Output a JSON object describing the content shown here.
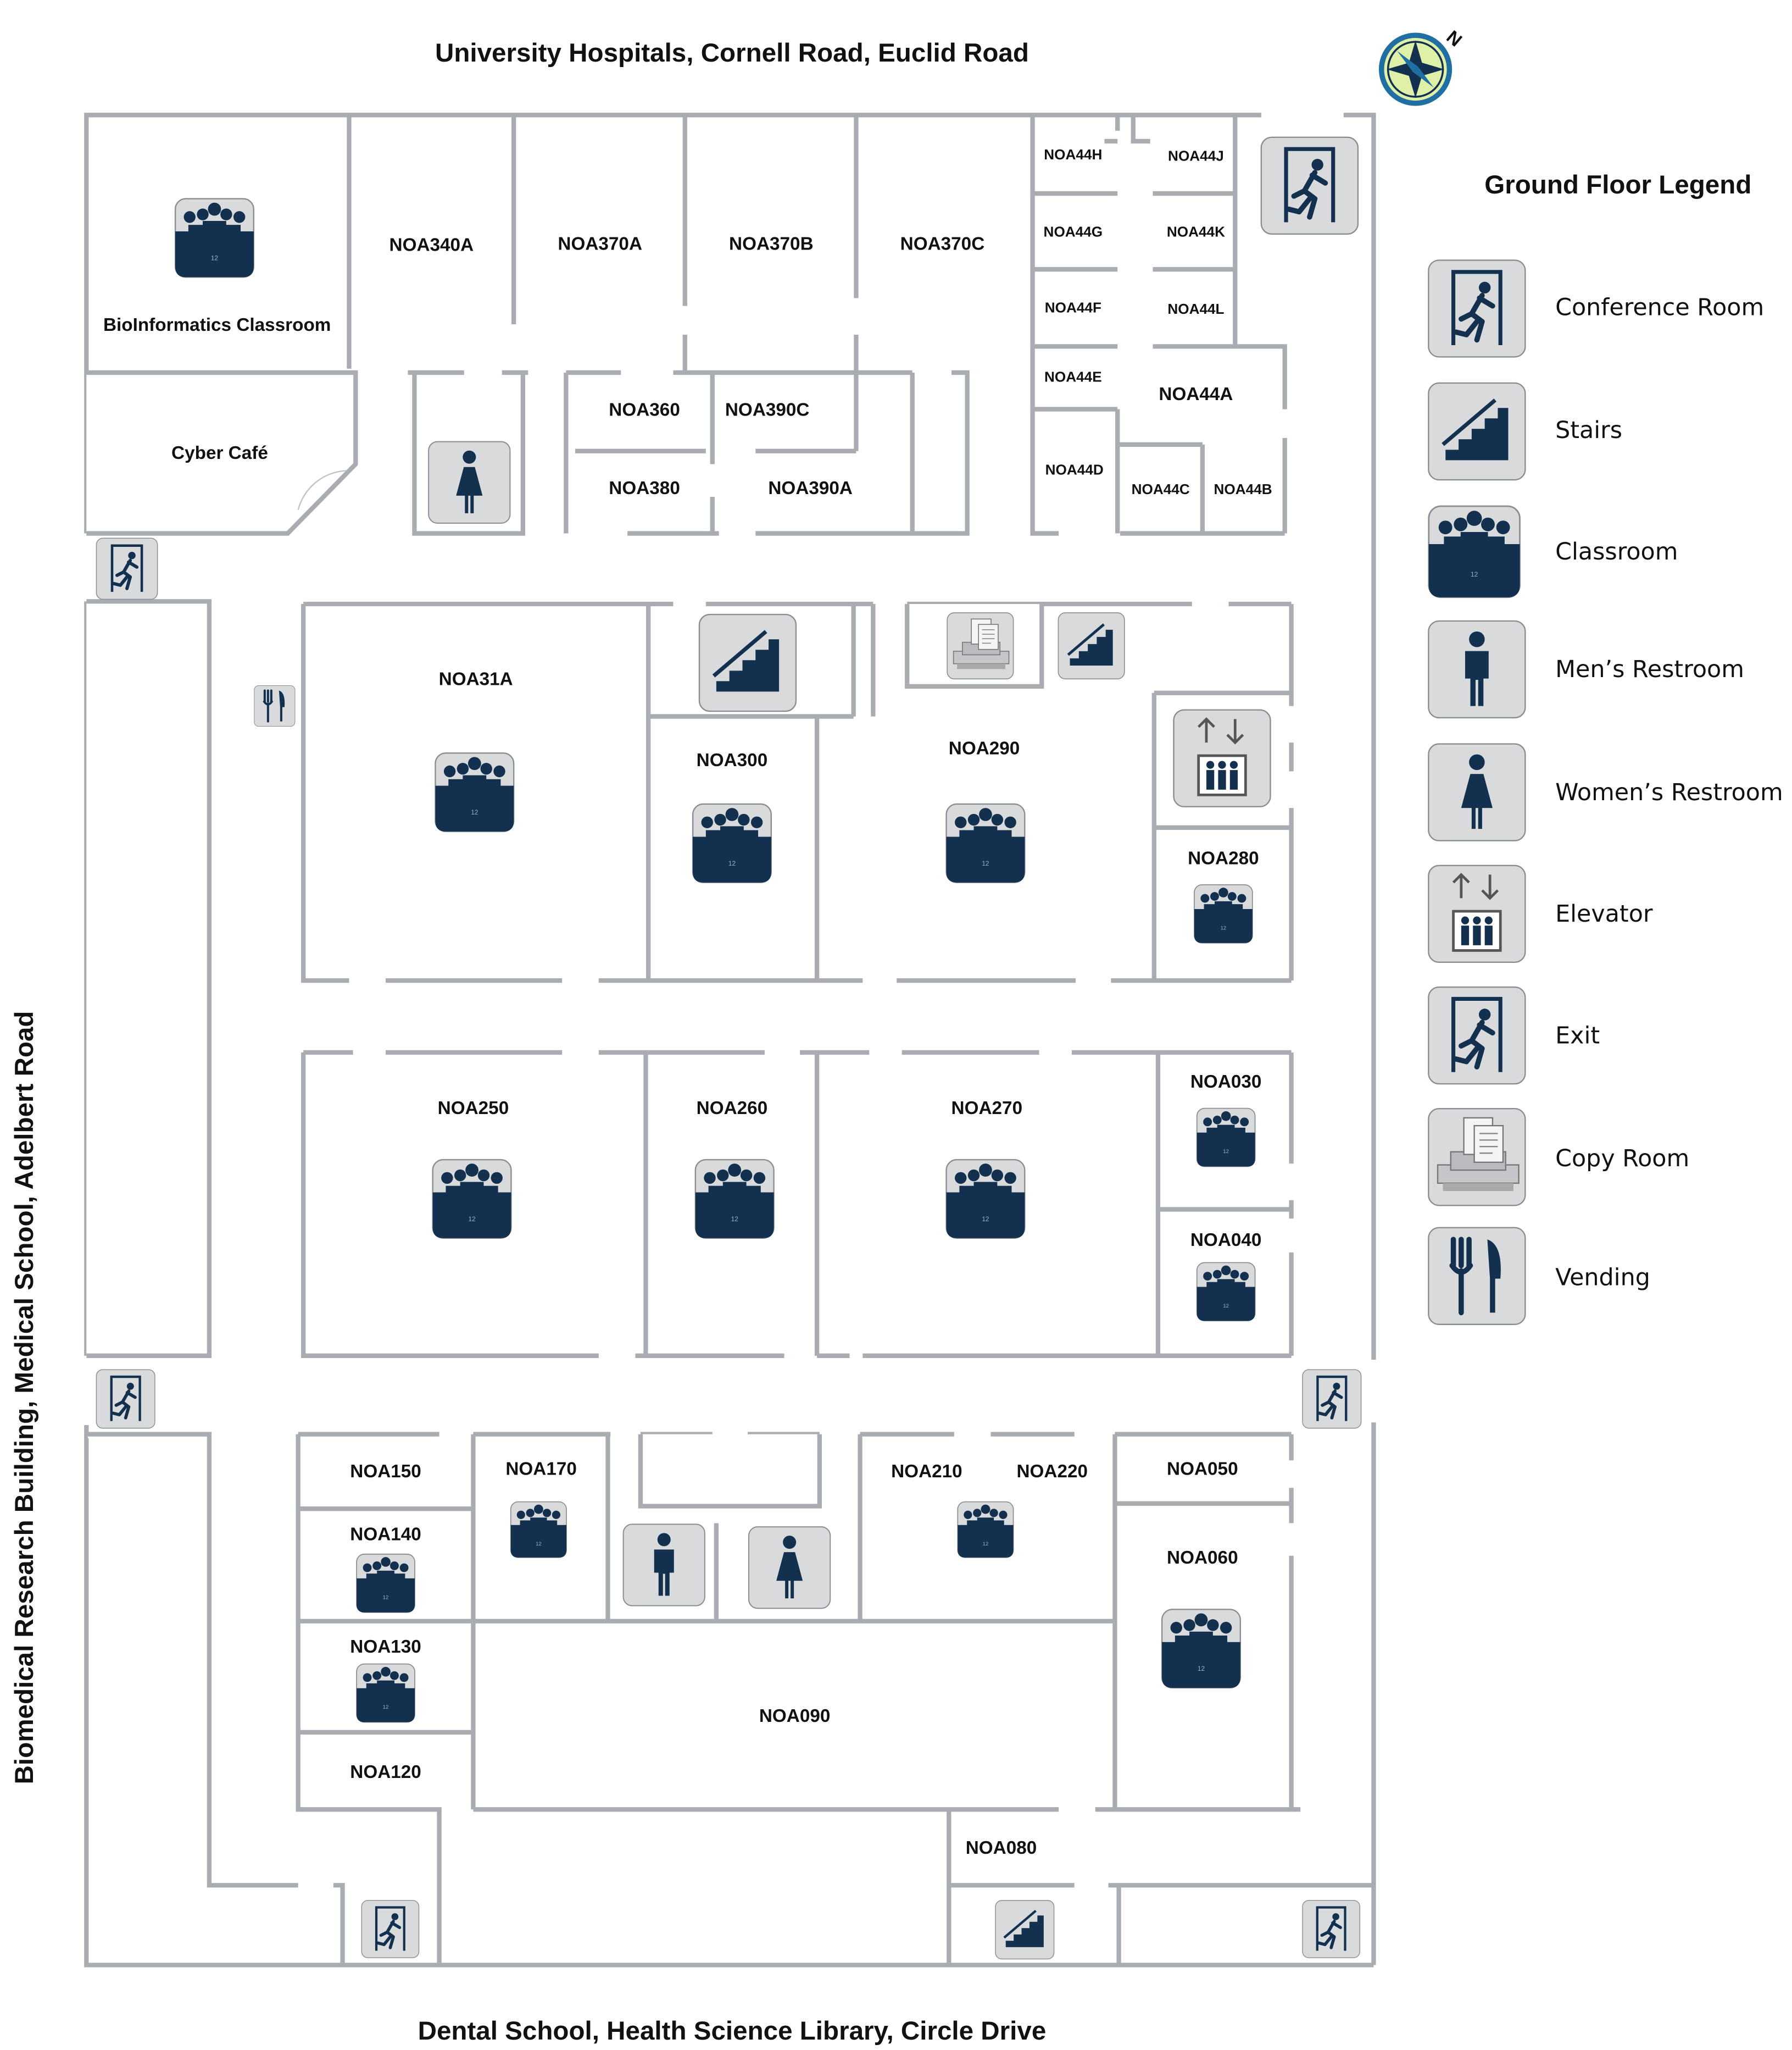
{
  "streets": {
    "north": "University Hospitals, Cornell Road, Euclid Road",
    "south": "Dental School, Health Science Library, Circle Drive",
    "west": "Biomedical Research Building, Medical School, Adelbert Road"
  },
  "compass": {
    "letter": "N",
    "icon": "compass-icon"
  },
  "rooms": {
    "bioinformatics": "BioInformatics Classroom",
    "cyber_cafe": "Cyber Café",
    "noa340a": "NOA340A",
    "noa370a": "NOA370A",
    "noa370b": "NOA370B",
    "noa370c": "NOA370C",
    "noa360": "NOA360",
    "noa390c": "NOA390C",
    "noa380": "NOA380",
    "noa390a": "NOA390A",
    "noa44h": "NOA44H",
    "noa44j": "NOA44J",
    "noa44g": "NOA44G",
    "noa44k": "NOA44K",
    "noa44f": "NOA44F",
    "noa44l": "NOA44L",
    "noa44e": "NOA44E",
    "noa44a": "NOA44A",
    "noa44d": "NOA44D",
    "noa44c": "NOA44C",
    "noa44b": "NOA44B",
    "noa31a": "NOA31A",
    "noa300": "NOA300",
    "noa290": "NOA290",
    "noa280": "NOA280",
    "noa250": "NOA250",
    "noa260": "NOA260",
    "noa270": "NOA270",
    "noa030": "NOA030",
    "noa040": "NOA040",
    "noa150": "NOA150",
    "noa170": "NOA170",
    "noa140": "NOA140",
    "noa130": "NOA130",
    "noa120": "NOA120",
    "noa210": "NOA210",
    "noa220": "NOA220",
    "noa050": "NOA050",
    "noa060": "NOA060",
    "noa090": "NOA090",
    "noa080": "NOA080"
  },
  "classroom_capacity": "12",
  "legend": {
    "title": "Ground Floor Legend",
    "items": [
      {
        "label": "Conference Room",
        "icon": "conference-room-icon"
      },
      {
        "label": "Stairs",
        "icon": "stairs-icon"
      },
      {
        "label": "Classroom",
        "icon": "classroom-icon"
      },
      {
        "label": "Men’s Restroom",
        "icon": "mens-restroom-icon"
      },
      {
        "label": "Women’s Restroom",
        "icon": "womens-restroom-icon"
      },
      {
        "label": "Elevator",
        "icon": "elevator-icon"
      },
      {
        "label": "Exit",
        "icon": "exit-icon"
      },
      {
        "label": "Copy Room",
        "icon": "copy-room-icon"
      },
      {
        "label": "Vending",
        "icon": "vending-icon"
      }
    ]
  },
  "colors": {
    "navy": "#13304f",
    "wall": "#a9adb2",
    "tile": "#d9dadc",
    "compass_ring": "#1f6fa3",
    "compass_fill": "#dff0a8"
  }
}
